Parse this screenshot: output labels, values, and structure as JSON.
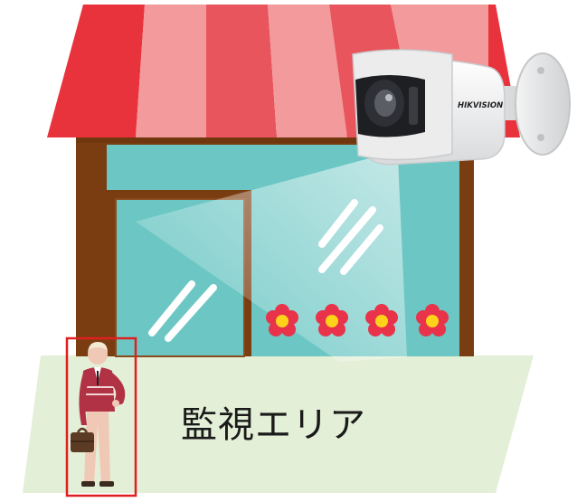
{
  "area_label": "監視エリア",
  "camera": {
    "brand": "HIKVISION"
  },
  "colors": {
    "awning_red": "#e8333c",
    "awning_pink": "#f29a9c",
    "wall_brown": "#7a3d12",
    "glass_teal": "#6cc7c4",
    "ground_green": "#e3efd7",
    "detection_box": "#e02020",
    "flower_red": "#e8334a",
    "flower_center": "#ffd21a"
  },
  "detected_person": {
    "icon": "businessman-with-briefcase"
  }
}
